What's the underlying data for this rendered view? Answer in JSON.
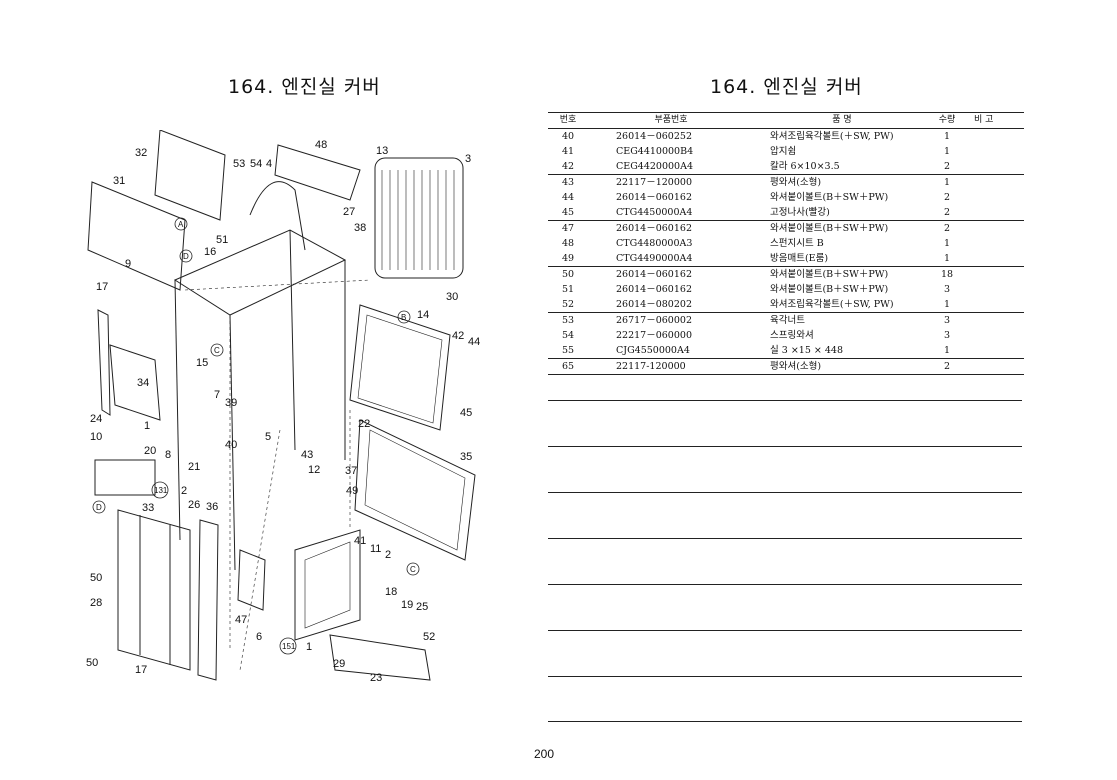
{
  "page": {
    "title_left": "164. 엔진실 커버",
    "title_right": "164. 엔진실 커버",
    "page_number": "200"
  },
  "table": {
    "headers": {
      "no": "번호",
      "part": "부품번호",
      "name": "품 명",
      "qty": "수량",
      "note": "비 고"
    },
    "groups": [
      [
        {
          "no": "40",
          "part": "26014－060252",
          "name": "와셔조립육각볼트(＋SW, PW)",
          "qty": "1"
        },
        {
          "no": "41",
          "part": "CEG4410000B4",
          "name": "압지쉼",
          "qty": "1"
        },
        {
          "no": "42",
          "part": "CEG4420000A4",
          "name": "칼라 6×10×3.5",
          "qty": "2"
        }
      ],
      [
        {
          "no": "43",
          "part": "22117－120000",
          "name": "평와셔(소형)",
          "qty": "1"
        },
        {
          "no": "44",
          "part": "26014－060162",
          "name": "와셔붙이볼트(B＋SW＋PW)",
          "qty": "2"
        },
        {
          "no": "45",
          "part": "CTG4450000A4",
          "name": "고정나사(빨강)",
          "qty": "2"
        }
      ],
      [
        {
          "no": "47",
          "part": "26014－060162",
          "name": "와셔붙이볼트(B＋SW＋PW)",
          "qty": "2"
        },
        {
          "no": "48",
          "part": "CTG4480000A3",
          "name": "스펀지시트 B",
          "qty": "1"
        },
        {
          "no": "49",
          "part": "CTG4490000A4",
          "name": "방음매트(E룸)",
          "qty": "1"
        }
      ],
      [
        {
          "no": "50",
          "part": "26014－060162",
          "name": "와셔붙이볼트(B＋SW＋PW)",
          "qty": "18"
        },
        {
          "no": "51",
          "part": "26014－060162",
          "name": "와셔붙이볼트(B＋SW＋PW)",
          "qty": "3"
        },
        {
          "no": "52",
          "part": "26014－080202",
          "name": "와셔조립육각볼트(＋SW, PW)",
          "qty": "1"
        }
      ],
      [
        {
          "no": "53",
          "part": "26717－060002",
          "name": "육각너트",
          "qty": "3"
        },
        {
          "no": "54",
          "part": "22217－060000",
          "name": "스프링와셔",
          "qty": "3"
        },
        {
          "no": "55",
          "part": "CJG4550000A4",
          "name": "실 3 ×15 × 448",
          "qty": "1"
        }
      ],
      [
        {
          "no": "65",
          "part": "22117-120000",
          "name": "평와셔(소형)",
          "qty": "2"
        }
      ]
    ]
  },
  "diagram": {
    "callouts": [
      "32",
      "48",
      "13",
      "3",
      "53",
      "54",
      "4",
      "31",
      "27",
      "38",
      "A",
      "D",
      "51",
      "16",
      "9",
      "17",
      "30",
      "14",
      "B",
      "42",
      "44",
      "15",
      "C",
      "34",
      "7",
      "39",
      "24",
      "10",
      "1",
      "20",
      "8",
      "40",
      "5",
      "22",
      "45",
      "43",
      "12",
      "37",
      "35",
      "21",
      "49",
      "131",
      "2",
      "D",
      "33",
      "26",
      "36",
      "50",
      "28",
      "41",
      "11",
      "2",
      "C",
      "18",
      "19",
      "25",
      "47",
      "6",
      "52",
      "151",
      "1",
      "29",
      "23",
      "50",
      "17"
    ]
  }
}
